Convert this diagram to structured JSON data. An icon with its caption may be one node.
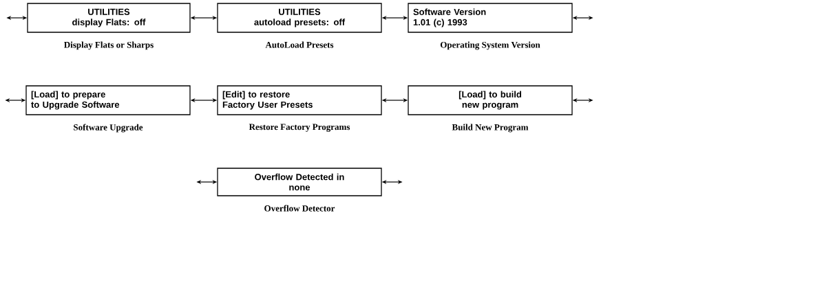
{
  "diagram": {
    "nodes": [
      {
        "text": [
          "UTILITIES",
          "display Flats: off"
        ],
        "beside": [
          "Display Flats or Sharps"
        ]
      },
      {
        "text": [
          "UTILITIES",
          "autoload presets: off"
        ],
        "beside": [
          "AutoLoad Presets"
        ]
      },
      {
        "text": [
          "Software Version",
          "1.01 (c) 1993"
        ],
        "beside": [
          "Operating System Version"
        ]
      },
      {
        "text": [
          "[Load] to prepare",
          "to Upgrade Software"
        ],
        "beside": [
          "Software Upgrade"
        ]
      },
      {
        "text": [
          "[Edit] to restore",
          "Factory User Presets"
        ],
        "beside": [
          "Restore Factory Programs"
        ]
      },
      {
        "text": [
          "[Load] to build",
          "new program"
        ],
        "beside": [
          "Build New Program"
        ]
      },
      {
        "text": [
          "Overflow Detected in",
          "none"
        ],
        "beside": [
          "Overflow Detector"
        ]
      }
    ],
    "edges": [
      {
        "from": null,
        "to": 0,
        "arrow": "both"
      },
      {
        "from": 0,
        "to": 1,
        "arrow": "both"
      },
      {
        "from": 1,
        "to": 2,
        "arrow": "both"
      },
      {
        "from": 2,
        "to": null,
        "arrow": "both"
      },
      {
        "from": null,
        "to": 3,
        "arrow": "both"
      },
      {
        "from": 3,
        "to": 4,
        "arrow": "both"
      },
      {
        "from": 4,
        "to": 5,
        "arrow": "both"
      },
      {
        "from": 5,
        "to": null,
        "arrow": "both"
      },
      {
        "from": null,
        "to": 6,
        "arrow": "both"
      },
      {
        "from": 6,
        "to": null,
        "arrow": "both"
      }
    ]
  }
}
